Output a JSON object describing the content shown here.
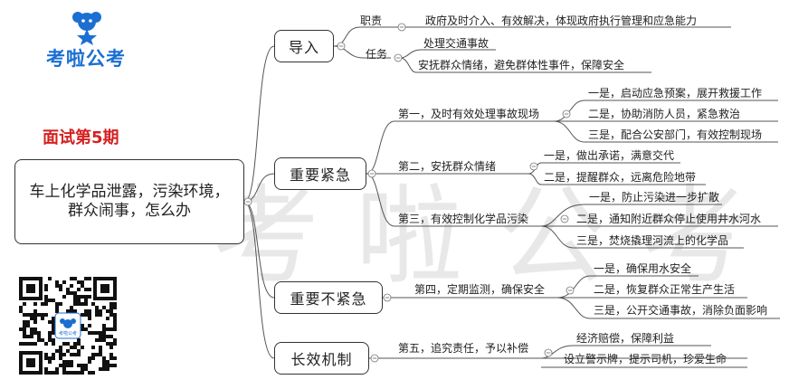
{
  "watermark": "考啦公考",
  "brand": {
    "name": "考啦公考",
    "issue": "面试第5期",
    "qr_caption": "考啦公考"
  },
  "root": {
    "text": "车上化学品泄露，污染环境，群众闹事，怎么办"
  },
  "branches": [
    {
      "label": "导入",
      "children": [
        {
          "label": "职责",
          "children": [
            "政府及时介入、有效解决，体现政府执行管理和应急能力"
          ]
        },
        {
          "label": "任务",
          "children": [
            "处理交通事故",
            "安抚群众情绪，避免群体性事件，保障安全"
          ]
        }
      ]
    },
    {
      "label": "重要紧急",
      "children": [
        {
          "label": "第一，及时有效处理事故现场",
          "children": [
            "一是，启动应急预案，展开救援工作",
            "二是，协助消防人员，紧急救治",
            "三是，配合公安部门，有效控制现场"
          ]
        },
        {
          "label": "第二，安抚群众情绪",
          "children": [
            "一是，做出承诺，满意交代",
            "二是，提醒群众，远离危险地带"
          ]
        },
        {
          "label": "第三，有效控制化学品污染",
          "children": [
            "一是，防止污染进一步扩散",
            "二是，通知附近群众停止使用井水河水",
            "三是，焚烧撬理河流上的化学品"
          ]
        }
      ]
    },
    {
      "label": "重要不紧急",
      "children": [
        {
          "label": "第四，定期监测，确保安全",
          "children": [
            "一是，确保用水安全",
            "二是，恢复群众正常生产生活",
            "三是，公开交通事故，消除负面影响"
          ]
        }
      ]
    },
    {
      "label": "长效机制",
      "children": [
        {
          "label": "第五，追究责任，予以补偿",
          "children": [
            "经济赔偿，保障利益",
            "设立警示牌，提示司机，珍爱生命"
          ]
        }
      ]
    }
  ]
}
